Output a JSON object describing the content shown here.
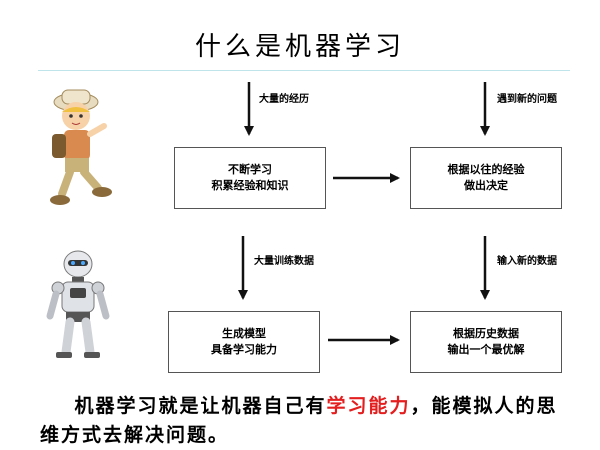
{
  "title": "什么是机器学习",
  "human": {
    "input_label": "大量的经历",
    "process_box": [
      "不断学习",
      "积累经验和知识"
    ],
    "trigger_label": "遇到新的问题",
    "output_box": [
      "根据以往的经验",
      "做出决定"
    ]
  },
  "machine": {
    "input_label": "大量训练数据",
    "process_box": [
      "生成模型",
      "具备学习能力"
    ],
    "trigger_label": "输入新的数据",
    "output_box": [
      "根据历史数据",
      "输出一个最优解"
    ]
  },
  "caption": {
    "before": "机器学习就是让机器自己有",
    "highlight": "学习能力",
    "after": "，能模拟人的思维方式去解决问题。"
  },
  "colors": {
    "highlight": "#e41e1e",
    "rule": "#bfe4ea"
  },
  "icons": [
    "child-explorer-illustration",
    "humanoid-robot-illustration"
  ]
}
